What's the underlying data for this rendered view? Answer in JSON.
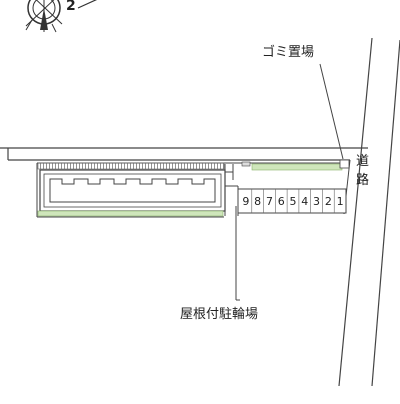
{
  "labels": {
    "compass": "2",
    "garbage": "ゴミ置場",
    "road_chars": [
      "道",
      "路"
    ],
    "bike_parking": "屋根付駐輪場"
  },
  "parking_numbers": [
    "9",
    "8",
    "7",
    "6",
    "5",
    "4",
    "3",
    "2",
    "1"
  ],
  "colors": {
    "line": "#444444",
    "greenery": "#a9cf8a",
    "hatch": "#888888"
  }
}
